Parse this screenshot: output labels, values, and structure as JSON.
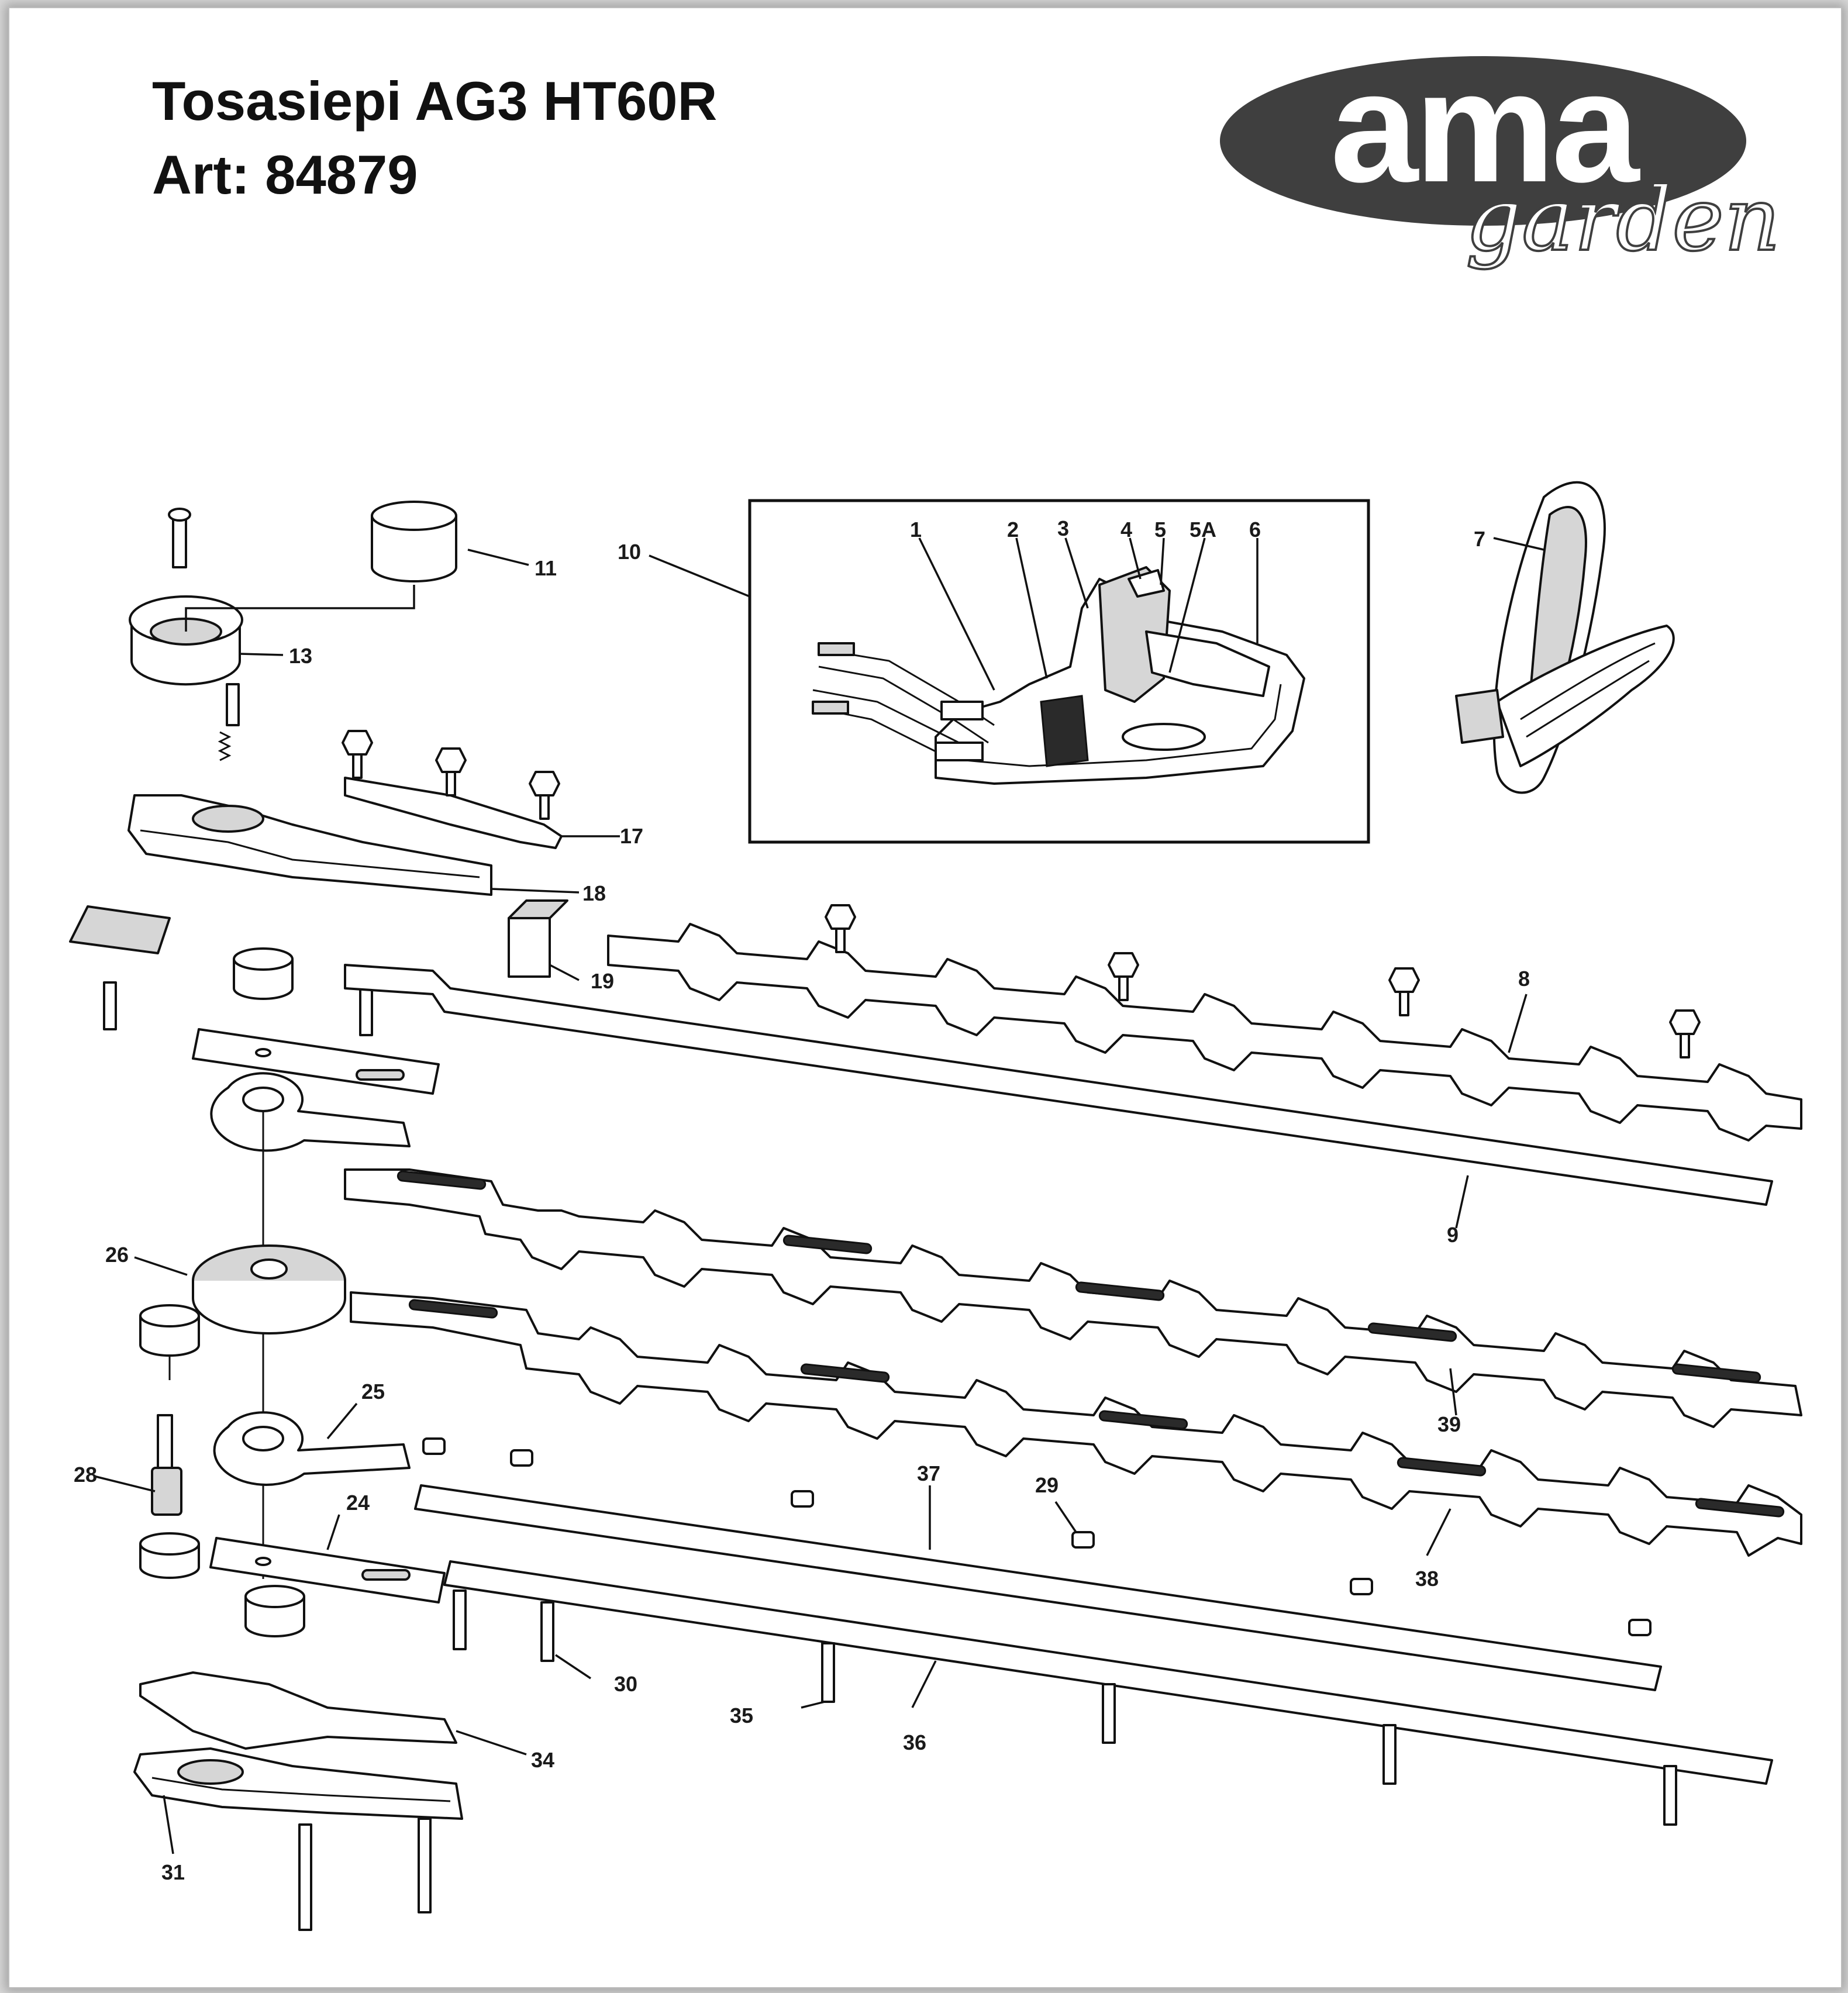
{
  "title": {
    "line1": "Tosasiepi AG3 HT60R",
    "line2": "Art: 84879"
  },
  "logo": {
    "word": "ama",
    "sub": "garden"
  },
  "part_numbers": [
    "1",
    "2",
    "3",
    "4",
    "5",
    "5A",
    "6",
    "7",
    "8",
    "9",
    "10",
    "11",
    "13",
    "17",
    "18",
    "19",
    "24",
    "25",
    "26",
    "28",
    "29",
    "30",
    "31",
    "34",
    "35",
    "36",
    "37",
    "38",
    "39"
  ]
}
